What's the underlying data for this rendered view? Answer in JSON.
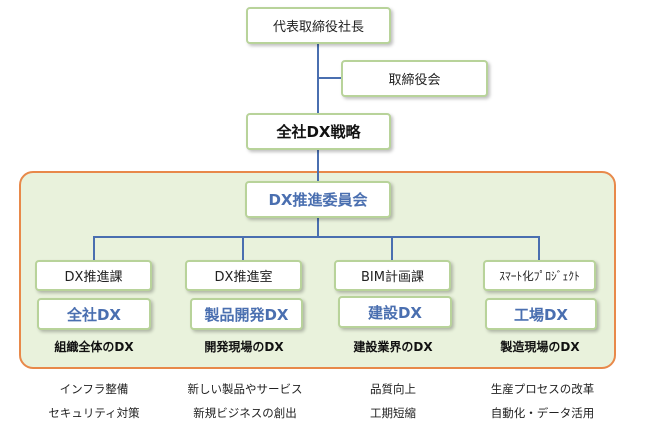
{
  "top": {
    "ceo": "代表取締役社長",
    "board": "取締役会",
    "strategy": "全社DX戦略",
    "committee": "DX推進委員会"
  },
  "columns": [
    {
      "dept": "DX推進課",
      "dx": "全社DX",
      "caption": "組織全体のDX",
      "items": [
        "インフラ整備",
        "セキュリティ対策"
      ]
    },
    {
      "dept": "DX推進室",
      "dx": "製品開発DX",
      "caption": "開発現場のDX",
      "items": [
        "新しい製品やサービス",
        "新規ビジネスの創出"
      ]
    },
    {
      "dept": "BIM計画課",
      "dx": "建設DX",
      "caption": "建設業界のDX",
      "items": [
        "品質向上",
        "工期短縮"
      ]
    },
    {
      "dept": "ｽﾏｰﾄ化ﾌﾟﾛｼﾞｪｸﾄ",
      "dx": "工場DX",
      "caption": "製造現場のDX",
      "items": [
        "生産プロセスの改革",
        "自動化・データ活用"
      ]
    }
  ]
}
